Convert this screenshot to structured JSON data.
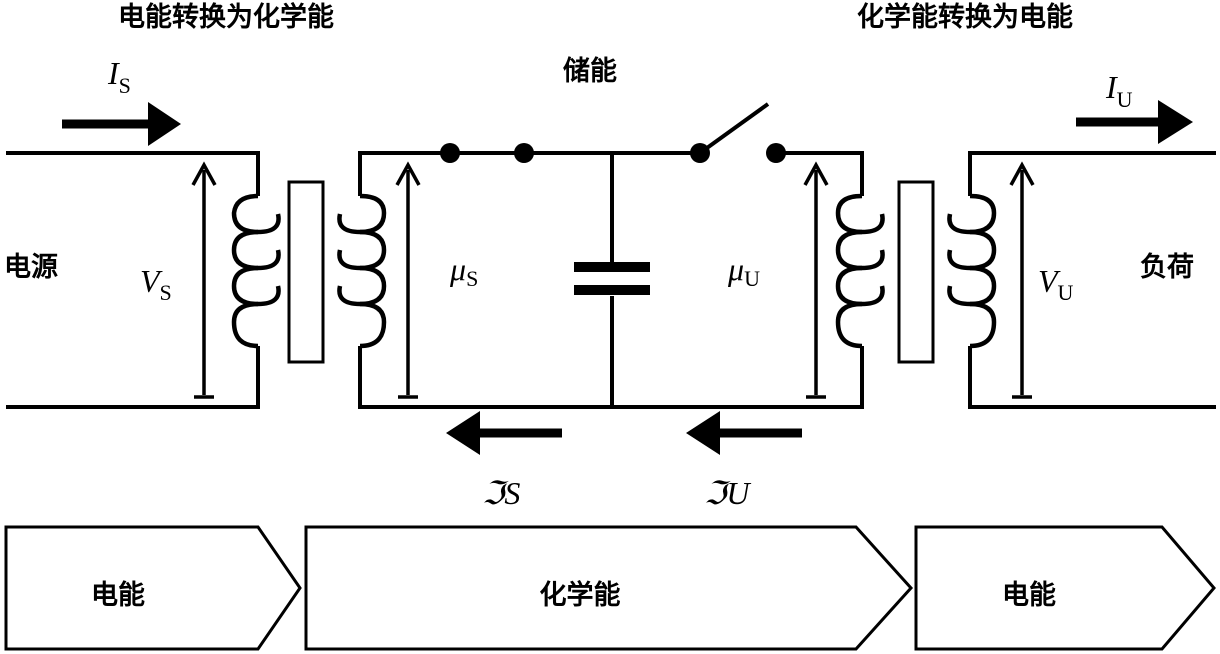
{
  "headers": {
    "electric_to_chemical": "电能转换为化学能",
    "storage": "储能",
    "chemical_to_electric": "化学能转换为电能"
  },
  "circuit": {
    "source_label": "电源",
    "load_label": "负荷",
    "source_current": {
      "symbol": "I",
      "subscript": "S"
    },
    "load_current": {
      "symbol": "I",
      "subscript": "U"
    },
    "source_voltage": {
      "symbol": "V",
      "subscript": "S"
    },
    "load_voltage": {
      "symbol": "V",
      "subscript": "U"
    },
    "source_potential": {
      "symbol": "μ",
      "subscript": "S"
    },
    "load_potential": {
      "symbol": "μ",
      "subscript": "U"
    },
    "source_flux": {
      "symbol": "ℑ",
      "suffix": "S"
    },
    "load_flux": {
      "symbol": "ℑ",
      "suffix": "U"
    }
  },
  "stages": [
    {
      "label": "电能"
    },
    {
      "label": "化学能"
    },
    {
      "label": "电能"
    }
  ]
}
